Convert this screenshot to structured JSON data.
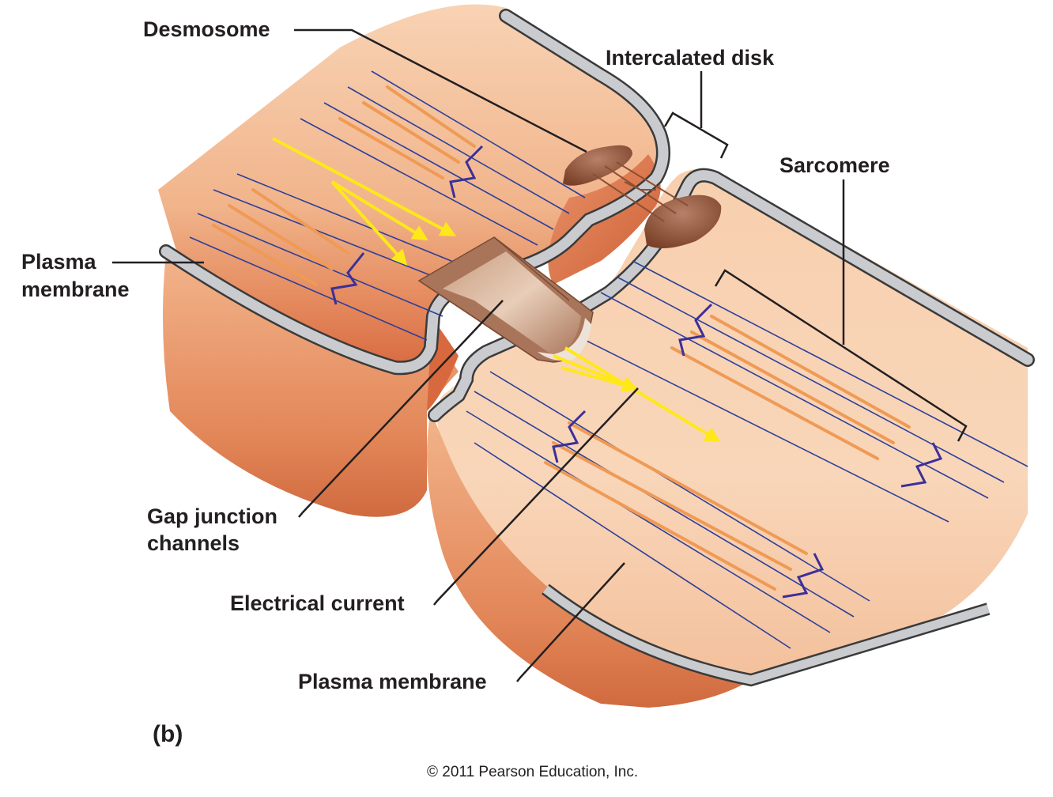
{
  "figure": {
    "panel_label": "(b)",
    "copyright": "© 2011 Pearson Education, Inc.",
    "labels": {
      "desmosome": "Desmosome",
      "intercalated_disk": "Intercalated disk",
      "sarcomere": "Sarcomere",
      "plasma_membrane_left_line1": "Plasma",
      "plasma_membrane_left_line2": "membrane",
      "gap_junction_line1": "Gap junction",
      "gap_junction_line2": "channels",
      "electrical_current": "Electrical current",
      "plasma_membrane_bottom": "Plasma membrane"
    },
    "colors": {
      "cell_light": "#f6c9a6",
      "cell_dark": "#d9744a",
      "membrane": "#c9cbcf",
      "membrane_edge": "#3a3a3a",
      "filament_actin": "#2b3f9a",
      "filament_myosin": "#ef9a55",
      "z_disc": "#3d2f99",
      "current_arrow": "#ffe81a",
      "desmosome": "#8a4f35",
      "gap_junction": "#b07a5c",
      "leader_line": "#231f20"
    }
  }
}
